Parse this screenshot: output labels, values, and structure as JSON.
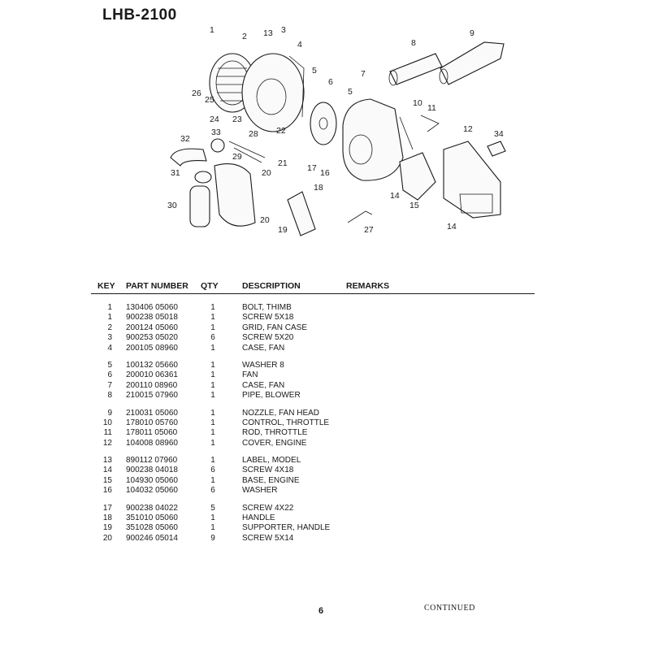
{
  "title": "LHB-2100",
  "diagram": {
    "callouts": [
      "1",
      "2",
      "13",
      "3",
      "4",
      "5",
      "6",
      "5",
      "7",
      "8",
      "9",
      "10",
      "11",
      "12",
      "34",
      "26",
      "25",
      "24",
      "23",
      "22",
      "28",
      "29",
      "33",
      "32",
      "31",
      "30",
      "21",
      "20",
      "20",
      "19",
      "18",
      "17",
      "16",
      "14",
      "15",
      "14",
      "27"
    ]
  },
  "table": {
    "headers": {
      "key": "KEY",
      "part": "PART NUMBER",
      "qty": "QTY",
      "desc": "DESCRIPTION",
      "remarks": "REMARKS"
    },
    "groups": [
      {
        "rows": [
          {
            "key": "1",
            "part": "130406 05060",
            "qty": "1",
            "desc": "BOLT, THIMB"
          },
          {
            "key": "1",
            "part": "900238 05018",
            "qty": "1",
            "desc": "SCREW 5X18"
          },
          {
            "key": "2",
            "part": "200124 05060",
            "qty": "1",
            "desc": "GRID, FAN CASE"
          },
          {
            "key": "3",
            "part": "900253 05020",
            "qty": "6",
            "desc": "SCREW 5X20"
          },
          {
            "key": "4",
            "part": "200105 08960",
            "qty": "1",
            "desc": "CASE, FAN"
          }
        ]
      },
      {
        "rows": [
          {
            "key": "5",
            "part": "100132 05660",
            "qty": "1",
            "desc": "WASHER 8"
          },
          {
            "key": "6",
            "part": "200010 06361",
            "qty": "1",
            "desc": "FAN"
          },
          {
            "key": "7",
            "part": "200110 08960",
            "qty": "1",
            "desc": "CASE, FAN"
          },
          {
            "key": "8",
            "part": "210015 07960",
            "qty": "1",
            "desc": "PIPE, BLOWER"
          }
        ]
      },
      {
        "rows": [
          {
            "key": "9",
            "part": "210031 05060",
            "qty": "1",
            "desc": "NOZZLE, FAN HEAD"
          },
          {
            "key": "10",
            "part": "178010 05760",
            "qty": "1",
            "desc": "CONTROL, THROTTLE"
          },
          {
            "key": "11",
            "part": "178011 05060",
            "qty": "1",
            "desc": "ROD, THROTTLE"
          },
          {
            "key": "12",
            "part": "104008 08960",
            "qty": "1",
            "desc": "COVER, ENGINE"
          }
        ]
      },
      {
        "rows": [
          {
            "key": "13",
            "part": "890112 07960",
            "qty": "1",
            "desc": "LABEL, MODEL"
          },
          {
            "key": "14",
            "part": "900238 04018",
            "qty": "6",
            "desc": "SCREW 4X18"
          },
          {
            "key": "15",
            "part": "104930 05060",
            "qty": "1",
            "desc": "BASE, ENGINE"
          },
          {
            "key": "16",
            "part": "104032 05060",
            "qty": "6",
            "desc": "WASHER"
          }
        ]
      },
      {
        "rows": [
          {
            "key": "17",
            "part": "900238 04022",
            "qty": "5",
            "desc": "SCREW 4X22"
          },
          {
            "key": "18",
            "part": "351010 05060",
            "qty": "1",
            "desc": "HANDLE"
          },
          {
            "key": "19",
            "part": "351028 05060",
            "qty": "1",
            "desc": "SUPPORTER, HANDLE"
          },
          {
            "key": "20",
            "part": "900246 05014",
            "qty": "9",
            "desc": "SCREW 5X14"
          }
        ]
      }
    ]
  },
  "footer": {
    "page": "6",
    "continued": "CONTINUED"
  }
}
